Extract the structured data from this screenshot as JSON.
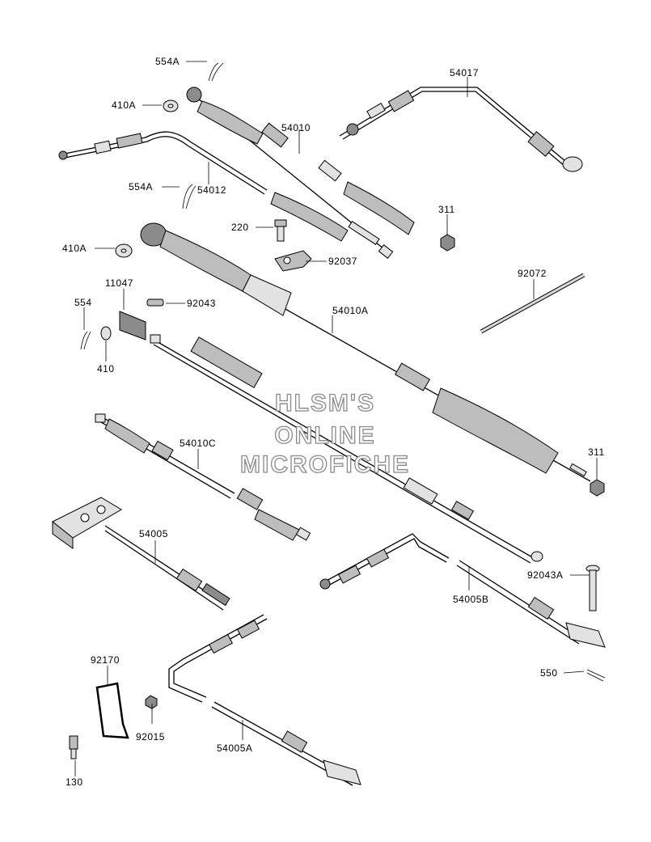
{
  "labels": {
    "l554A_top": "554A",
    "l410A_top": "410A",
    "l54010": "54010",
    "l54017": "54017",
    "l554A_mid": "554A",
    "l54012": "54012",
    "l220": "220",
    "l311_top": "311",
    "l410A_mid": "410A",
    "l92037": "92037",
    "l92072": "92072",
    "l11047": "11047",
    "l92043": "92043",
    "l554": "554",
    "l410": "410",
    "l54010A": "54010A",
    "l54010C": "54010C",
    "l311_bot": "311",
    "l54005": "54005",
    "l92043A": "92043A",
    "l54005B": "54005B",
    "l550": "550",
    "l92170": "92170",
    "l92015": "92015",
    "l130": "130",
    "l54005A": "54005A"
  },
  "watermark": {
    "line1": "HLSM'S",
    "line2": "ONLINE",
    "line3": "MICROFICHE"
  }
}
